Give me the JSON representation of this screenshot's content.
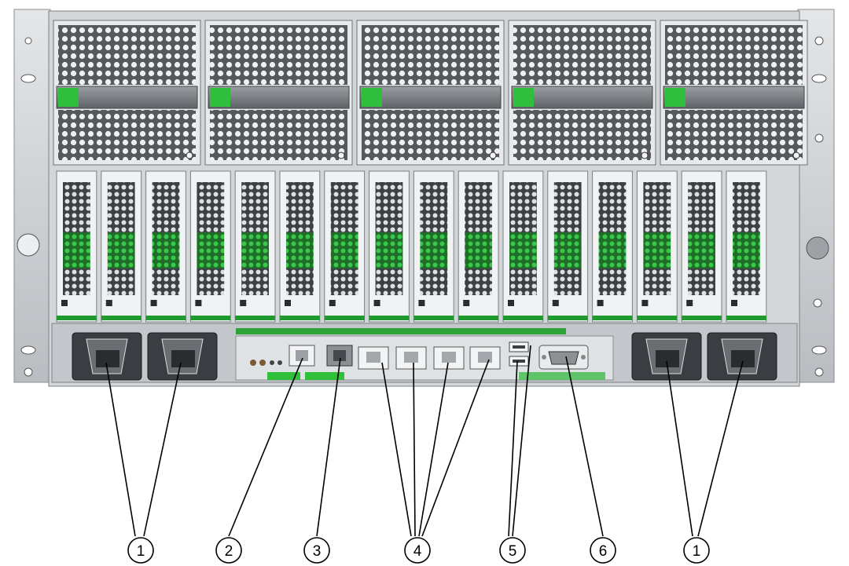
{
  "figure": {
    "callouts": [
      {
        "id": "power-inlet-left",
        "label": "1"
      },
      {
        "id": "net-mgt",
        "label": "2"
      },
      {
        "id": "ser-mgt",
        "label": "3"
      },
      {
        "id": "network-ports",
        "label": "4"
      },
      {
        "id": "usb-ports",
        "label": "5"
      },
      {
        "id": "video-port",
        "label": "6"
      },
      {
        "id": "power-inlet-right",
        "label": "1"
      }
    ],
    "counts": {
      "fan_modules": 5,
      "pcie_slots": 16,
      "power_inlets": 4,
      "ethernet_ports": 4,
      "usb_ports": 2
    },
    "colors": {
      "chassis": "#c9cccf",
      "chassis_edge": "#8a8e92",
      "fan_face": "#6d7176",
      "release_tab": "#2fbf3a",
      "slot_green": "#1f9a2e",
      "leader_line": "#000000"
    }
  }
}
